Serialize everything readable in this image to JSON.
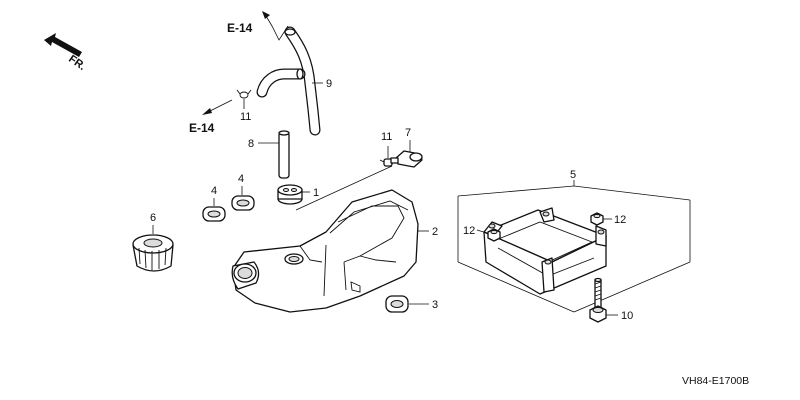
{
  "orientation_label": "FR.",
  "refs": {
    "upper": "E-14",
    "left": "E-14"
  },
  "callouts": {
    "c1": "1",
    "c2": "2",
    "c3": "3",
    "c4a": "4",
    "c4b": "4",
    "c5": "5",
    "c6": "6",
    "c7": "7",
    "c8": "8",
    "c9": "9",
    "c10": "10",
    "c11a": "11",
    "c11b": "11",
    "c12a": "12",
    "c12b": "12"
  },
  "diagram_code": "VH84-E1700B"
}
